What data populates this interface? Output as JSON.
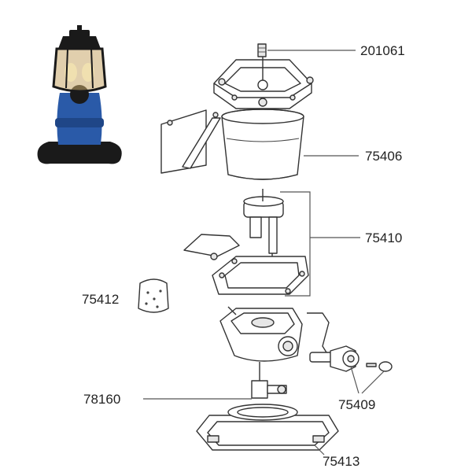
{
  "colors": {
    "line": "#333333",
    "leader": "#555555",
    "lantern_blue": "#2a5aa8",
    "lantern_black": "#1a1a1a"
  },
  "icons": {
    "product_photo": "lantern-icon"
  },
  "labels": {
    "p201061": "201061",
    "p75406": "75406",
    "p75410": "75410",
    "p75412": "75412",
    "p78160": "78160",
    "p75409": "75409",
    "p75413": "75413"
  }
}
